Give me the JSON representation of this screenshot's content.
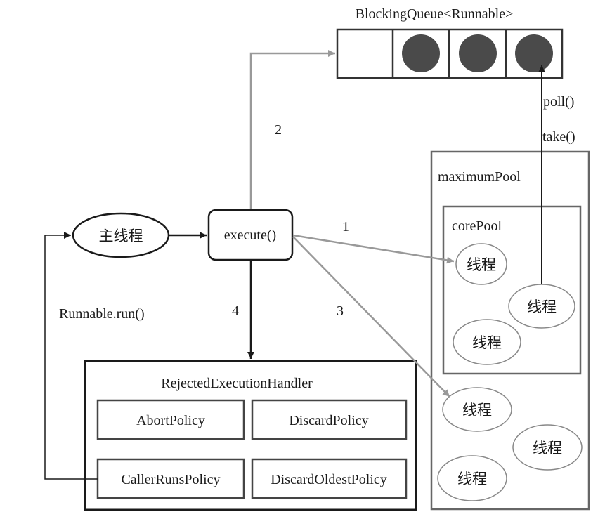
{
  "queue": {
    "title": "BlockingQueue<Runnable>"
  },
  "main_thread": {
    "label": "主线程"
  },
  "execute": {
    "label": "execute()"
  },
  "edges": {
    "step1": "1",
    "step2": "2",
    "step3": "3",
    "step4": "4",
    "poll": "poll()",
    "take": "take()",
    "run": "Runnable.run()"
  },
  "maximum_pool": {
    "label": "maximumPool"
  },
  "core_pool": {
    "label": "corePool"
  },
  "thread_label": "线程",
  "handler": {
    "title": "RejectedExecutionHandler",
    "policies": [
      "AbortPolicy",
      "DiscardPolicy",
      "CallerRunsPolicy",
      "DiscardOldestPolicy"
    ]
  },
  "colors": {
    "line_dark": "#1a1a1a",
    "line_gray": "#999999",
    "box_gray": "#666666",
    "queue_item": "#4a4a4a"
  }
}
